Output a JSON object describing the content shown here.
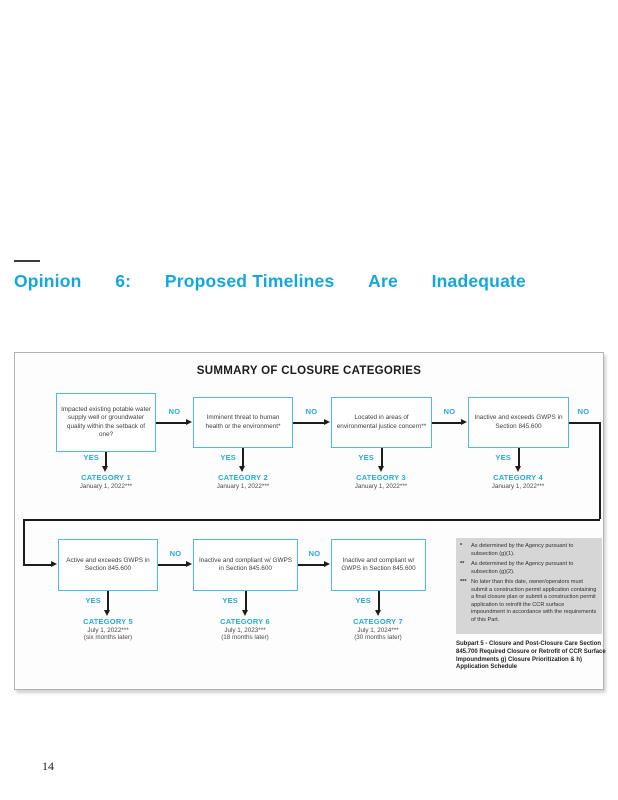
{
  "heading": {
    "parts": [
      "Opinion",
      "6:",
      "Proposed Timelines",
      "Are",
      "Inadequate"
    ],
    "color": "#14A7DE"
  },
  "figure": {
    "title": "SUMMARY OF CLOSURE CATEGORIES",
    "no_label": "NO",
    "yes_label": "YES",
    "accent_color": "#2AA9D2",
    "box_border_color": "#4FBBDE",
    "decisions": [
      {
        "text": "Impacted existing potable water supply well or groundwater quality within the setback of one?"
      },
      {
        "text": "Imminent threat to human health or the environment*"
      },
      {
        "text": "Located in areas of environmental justice concern**"
      },
      {
        "text": "Inactive and exceeds GWPS in Section 845.600"
      },
      {
        "text": "Active and exceeds GWPS in Section 845.600"
      },
      {
        "text": "Inactive and compliant w/ GWPS in Section 845.600"
      },
      {
        "text": "Inactive and compliant w/ GWPS in Section 845.600"
      }
    ],
    "categories": [
      {
        "label": "CATEGORY 1",
        "date": "January 1, 2022***"
      },
      {
        "label": "CATEGORY 2",
        "date": "January 1, 2022***"
      },
      {
        "label": "CATEGORY 3",
        "date": "January 1, 2022***"
      },
      {
        "label": "CATEGORY 4",
        "date": "January 1, 2022***"
      },
      {
        "label": "CATEGORY 5",
        "date": "July 1, 2022***",
        "note": "(six months later)"
      },
      {
        "label": "CATEGORY 6",
        "date": "July 1, 2023***",
        "note": "(18 months later)"
      },
      {
        "label": "CATEGORY 7",
        "date": "July 1, 2024***",
        "note": "(30 months later)"
      }
    ],
    "footnotes": [
      {
        "marker": "*",
        "text": "As determined by the Agency pursuant to subsection (g)(1)."
      },
      {
        "marker": "**",
        "text": "As determined by the Agency pursuant to subsection (g)(2)."
      },
      {
        "marker": "***",
        "text": "No later than this date, owner/operators must submit a construction permit application containing a final closure plan or submit a construction permit application to retrofit the CCR surface impoundment in accordance with the requirements of this Part."
      }
    ],
    "caption": "Subpart 5 - Closure and Post-Closure Care Section 845.700 Required Closure or Retrofit of CCR Surface Impoundments g) Closure Prioritization & h) Application Schedule"
  },
  "page_number": "14"
}
